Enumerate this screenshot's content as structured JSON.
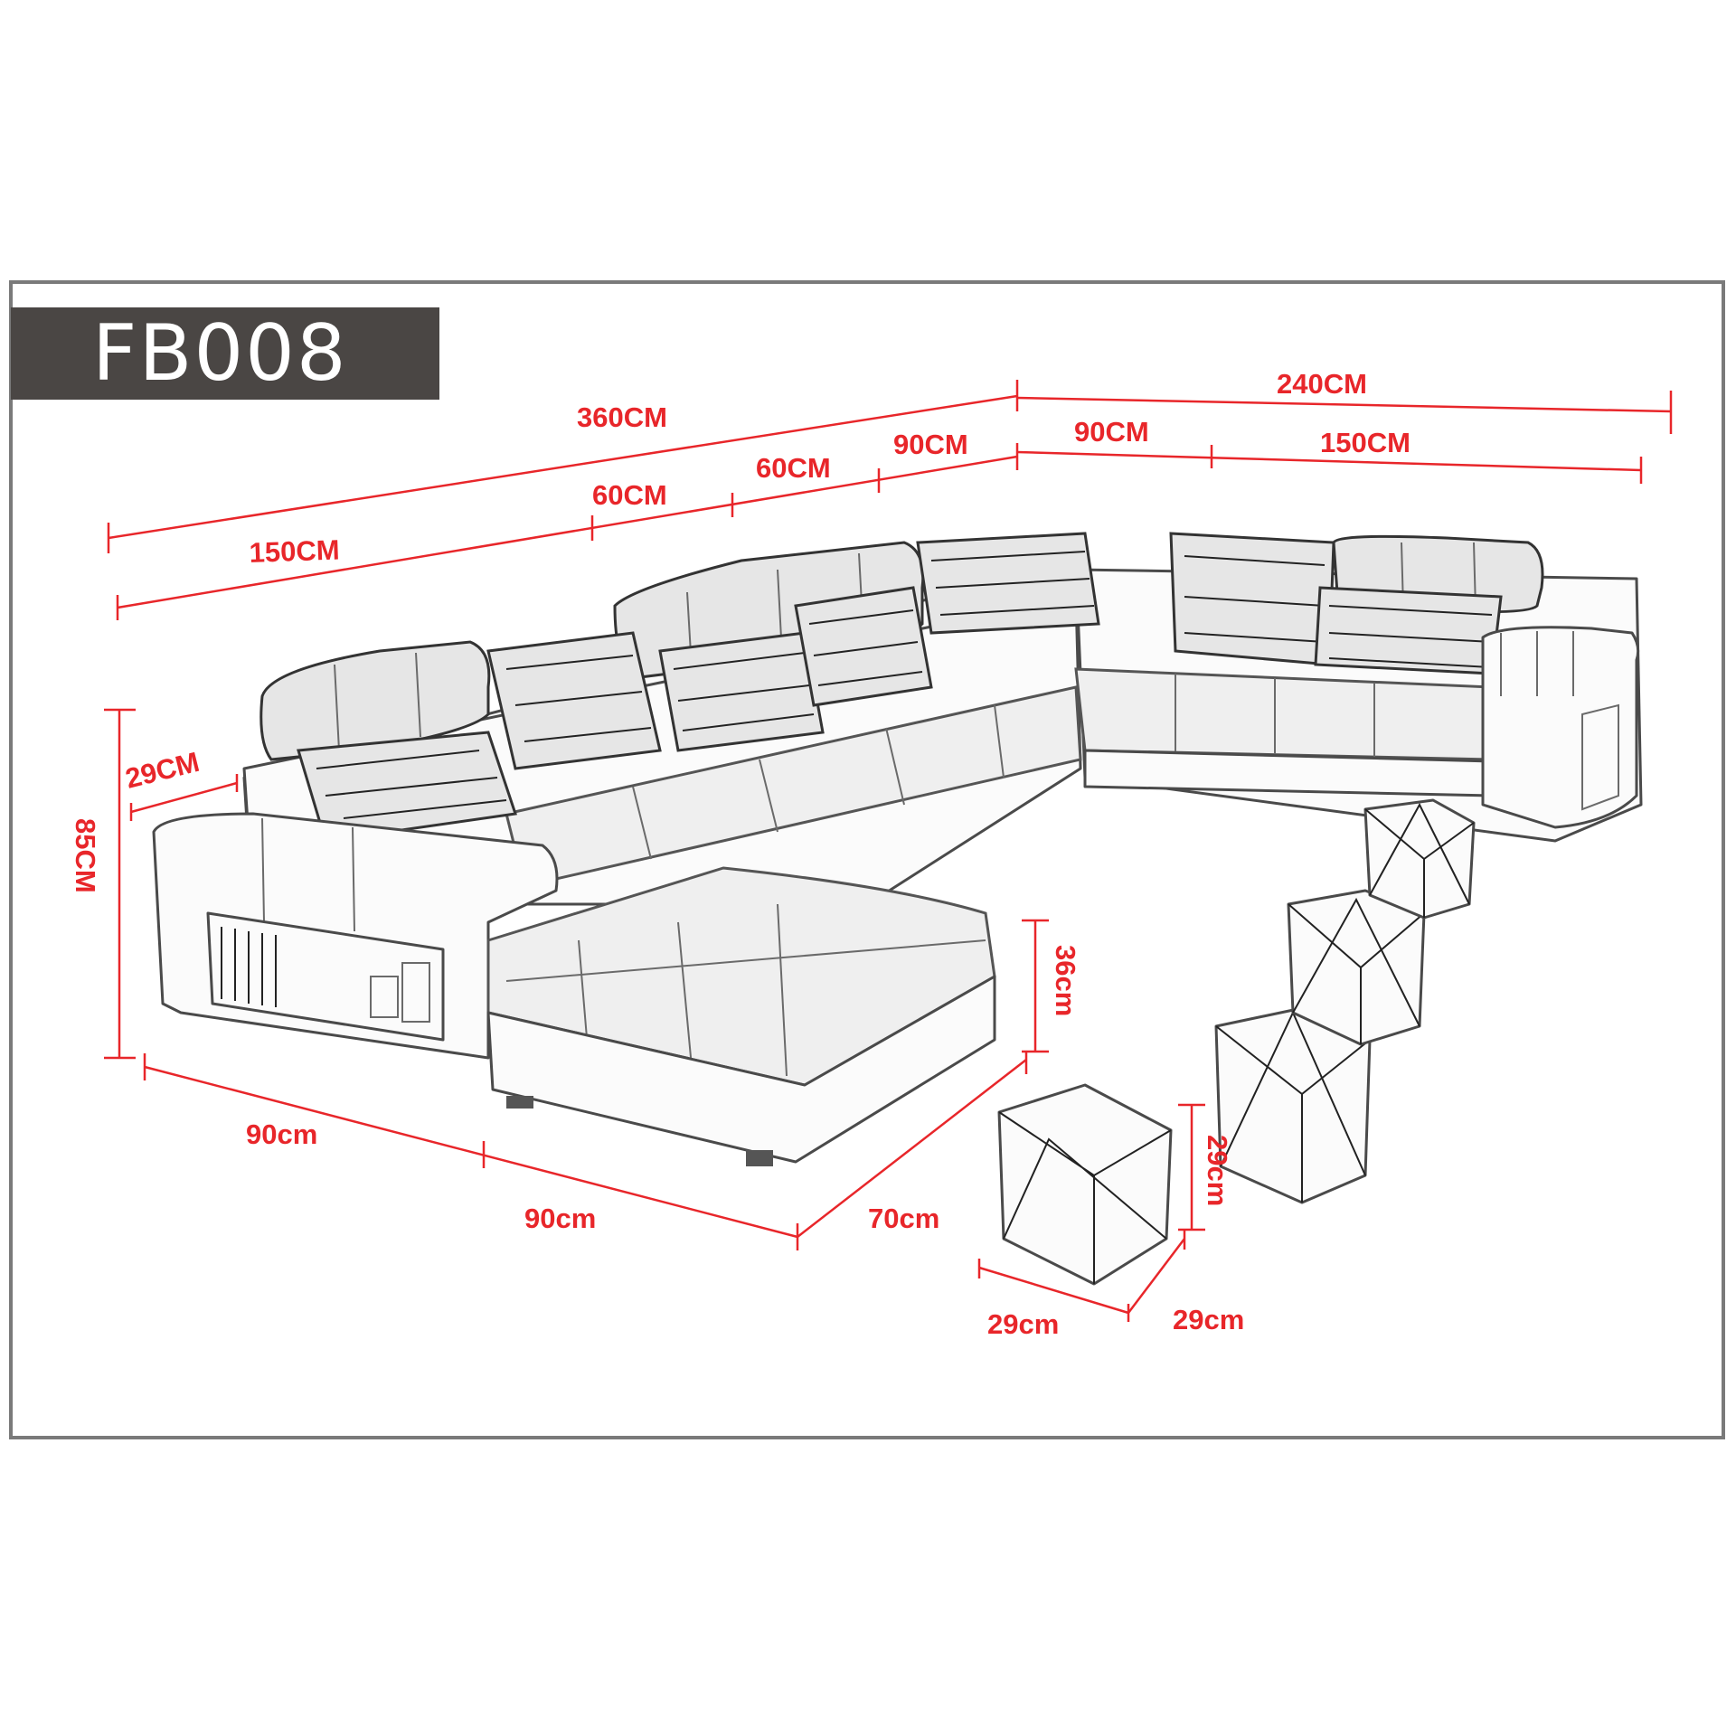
{
  "title": "FB008",
  "dimensions": {
    "total_back_width": "360CM",
    "right_section_width": "240CM",
    "seg_left_150": "150CM",
    "seg_60_a": "60CM",
    "seg_60_b": "60CM",
    "seg_90_top": "90CM",
    "seg_90_right": "90CM",
    "seg_150_right": "150CM",
    "arm_depth": "29CM",
    "height": "85CM",
    "ottoman_height": "36cm",
    "front_90_a": "90cm",
    "front_90_b": "90cm",
    "chaise_depth": "70cm",
    "stool_width": "29cm",
    "stool_depth": "29cm",
    "stool_height": "29cm"
  },
  "colors": {
    "dimension": "#e8262a",
    "title_background": "#4a4644",
    "frame": "#7a7a7a"
  }
}
